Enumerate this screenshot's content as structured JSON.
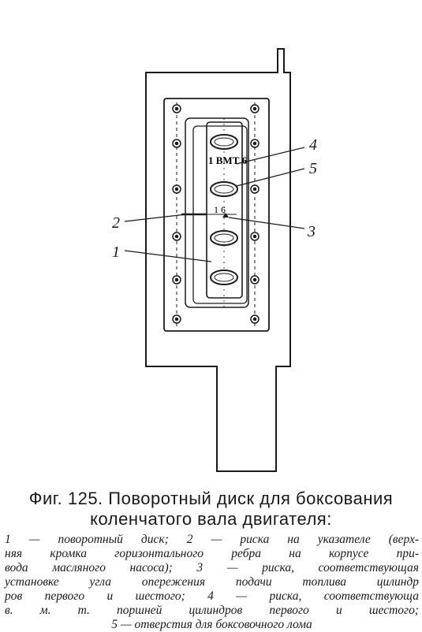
{
  "figure": {
    "callouts": [
      "1",
      "2",
      "3",
      "4",
      "5"
    ],
    "disk_marks": {
      "top_label": "1 ВМТ 6",
      "mid_label": "1   6"
    }
  },
  "caption": {
    "title_line1": "Фиг. 125. Поворотный диск для боксования",
    "title_line2": "коленчатого вала двигателя:",
    "legend_lines": [
      "1 — поворотный диск; 2 — риска на указателе (верх-",
      "няя кромка горизонтального ребра на корпусе при-",
      "вода масляного насоса); 3 — риска, соответствующая",
      "установке угла опережения подачи топлива цилиндр",
      "ров первого и шестого; 4 — риска, соответствующа",
      "в. м. т. поршней цилиндров первого и шестого;",
      "5 — отверстия для боксовочного лома"
    ]
  }
}
